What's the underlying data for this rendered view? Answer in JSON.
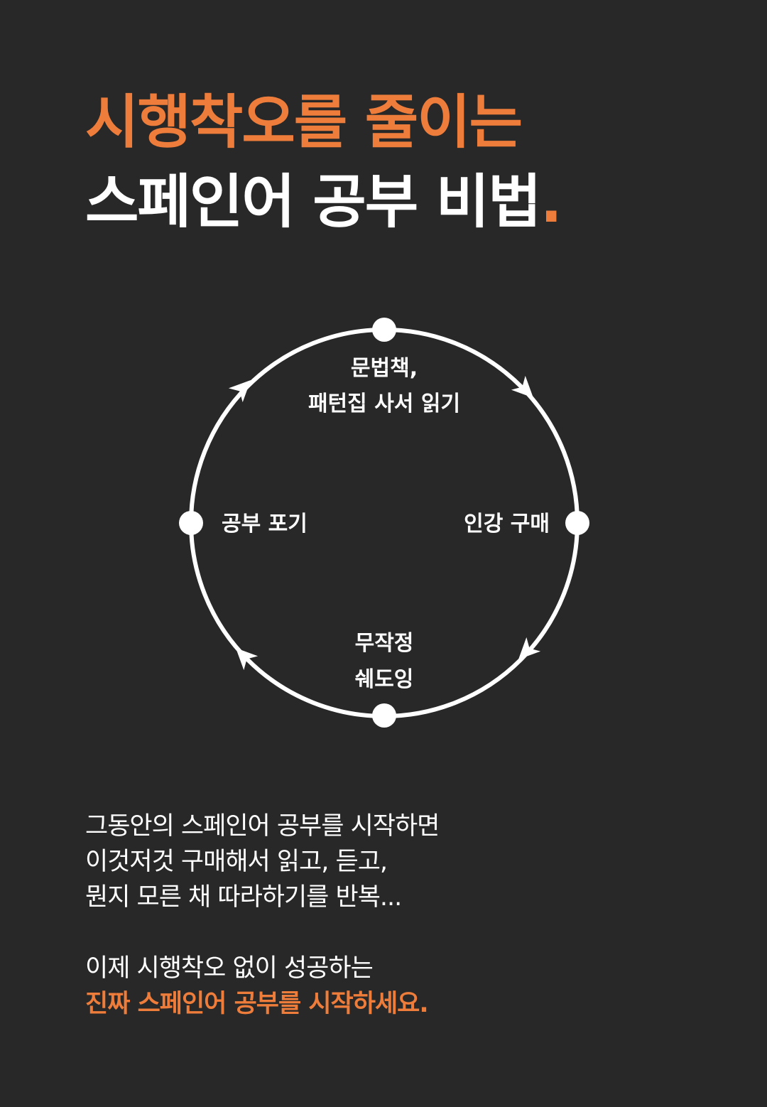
{
  "headline": {
    "line1": "시행착오를 줄이는",
    "line2": "스페인어 공부 비법",
    "period": "."
  },
  "cycle": {
    "steps": [
      {
        "line1": "문법책,",
        "line2": "패턴집 사서 읽기"
      },
      {
        "line1": "인강 구매"
      },
      {
        "line1": "무작정",
        "line2": "쉐도잉"
      },
      {
        "line1": "공부 포기"
      }
    ],
    "direction": "clockwise"
  },
  "body": {
    "lines": [
      "그동안의 스페인어 공부를 시작하면",
      "이것저것 구매해서 읽고, 듣고,",
      "뭔지 모른 채 따라하기를 반복..."
    ],
    "closing": "이제 시행착오 없이 성공하는",
    "cta": "진짜 스페인어 공부를 시작하세요."
  },
  "colors": {
    "background": "#282828",
    "accent": "#ee7d3b",
    "text": "#ffffff"
  }
}
